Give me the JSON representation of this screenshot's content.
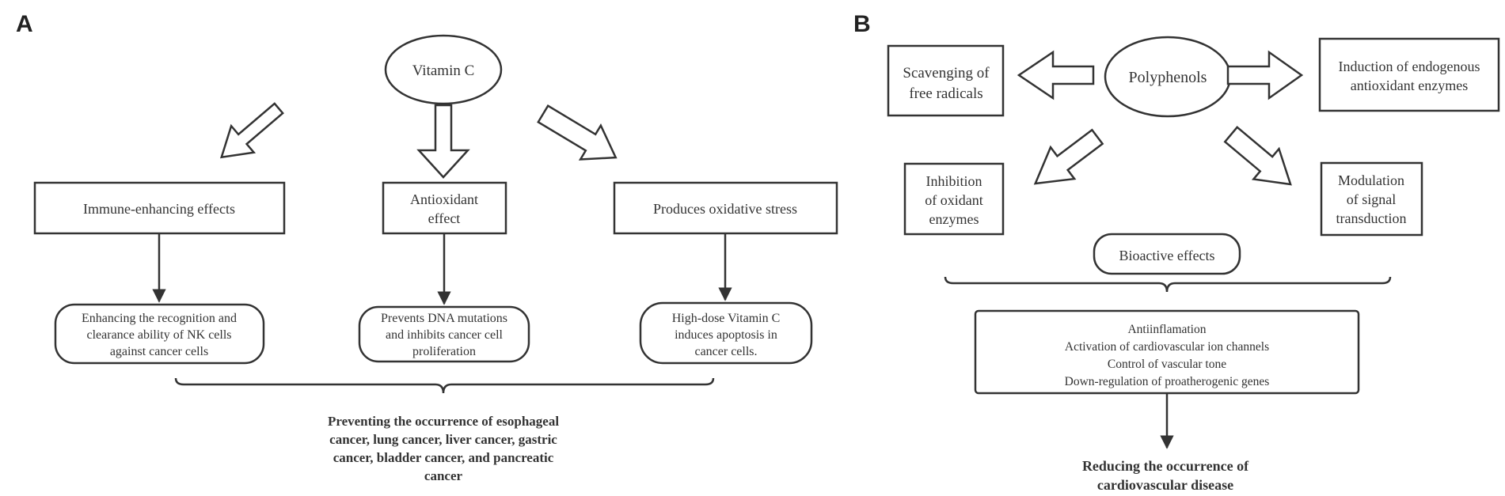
{
  "panel_a": {
    "letter": "A",
    "center": "Vitamin C",
    "effects": [
      {
        "lines": [
          "Immune-enhancing effects"
        ]
      },
      {
        "lines": [
          "Antioxidant",
          "effect"
        ]
      },
      {
        "lines": [
          "Produces oxidative stress"
        ]
      }
    ],
    "outcomes": [
      {
        "lines": [
          "Enhancing the recognition and",
          "clearance ability of NK cells",
          "against cancer cells"
        ]
      },
      {
        "lines": [
          "Prevents DNA mutations",
          "and inhibits cancer cell",
          "proliferation"
        ]
      },
      {
        "lines": [
          "High-dose Vitamin C",
          "induces apoptosis in",
          "cancer cells."
        ]
      }
    ],
    "conclusion": [
      "Preventing the occurrence of esophageal",
      "cancer, lung cancer, liver cancer, gastric",
      "cancer, bladder cancer, and pancreatic",
      "cancer"
    ]
  },
  "panel_b": {
    "letter": "B",
    "center": "Polyphenols",
    "effects": [
      {
        "lines": [
          "Scavenging of",
          "free radicals"
        ]
      },
      {
        "lines": [
          "Induction of endogenous",
          "antioxidant enzymes"
        ]
      },
      {
        "lines": [
          "Inhibition",
          "of oxidant",
          "enzymes"
        ]
      },
      {
        "lines": [
          "Modulation",
          "of signal",
          "transduction"
        ]
      }
    ],
    "bioactive": "Bioactive effects",
    "effects_list": [
      "Antiinflamation",
      "Activation of cardiovascular ion channels",
      "Control of vascular tone",
      "Down-regulation of proatherogenic genes"
    ],
    "conclusion": [
      "Reducing the occurrence of",
      "cardiovascular disease"
    ]
  }
}
